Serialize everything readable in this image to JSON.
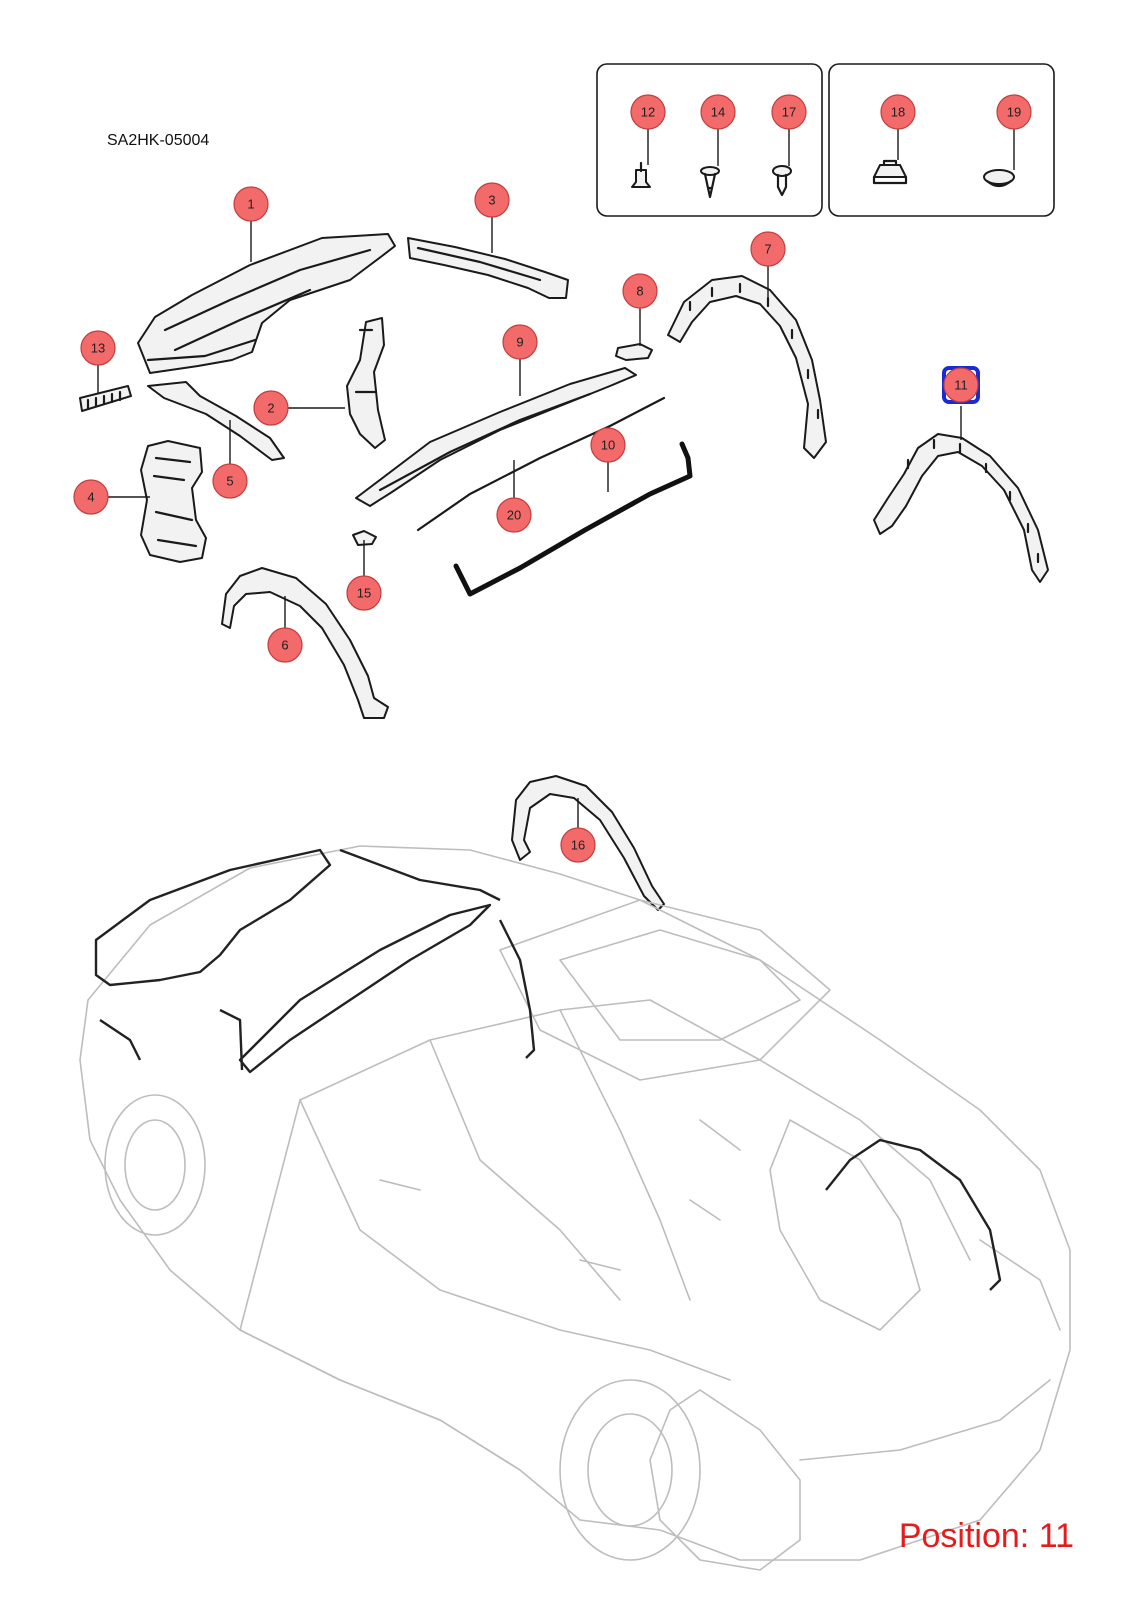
{
  "diagram_code": "SA2HK-05004",
  "position_label": "Position: 11",
  "selected_position": "11",
  "colors": {
    "callout_fill": "#f26a6a",
    "callout_stroke": "#c43c3c",
    "selection_outline": "#1a2bd6",
    "position_text": "#e51c1c",
    "vehicle_outline": "#bdbdbd"
  },
  "callouts": [
    {
      "id": "1",
      "label": "1"
    },
    {
      "id": "2",
      "label": "2"
    },
    {
      "id": "3",
      "label": "3"
    },
    {
      "id": "4",
      "label": "4"
    },
    {
      "id": "5",
      "label": "5"
    },
    {
      "id": "6",
      "label": "6"
    },
    {
      "id": "7",
      "label": "7"
    },
    {
      "id": "8",
      "label": "8"
    },
    {
      "id": "9",
      "label": "9"
    },
    {
      "id": "10",
      "label": "10"
    },
    {
      "id": "11",
      "label": "11"
    },
    {
      "id": "12",
      "label": "12"
    },
    {
      "id": "13",
      "label": "13"
    },
    {
      "id": "14",
      "label": "14"
    },
    {
      "id": "15",
      "label": "15"
    },
    {
      "id": "16",
      "label": "16"
    },
    {
      "id": "17",
      "label": "17"
    },
    {
      "id": "18",
      "label": "18"
    },
    {
      "id": "19",
      "label": "19"
    },
    {
      "id": "20",
      "label": "20"
    }
  ],
  "fastener_boxes": [
    {
      "name": "clip-box-a",
      "items": [
        "12",
        "14",
        "17"
      ]
    },
    {
      "name": "clip-box-b",
      "items": [
        "18",
        "19"
      ]
    }
  ]
}
